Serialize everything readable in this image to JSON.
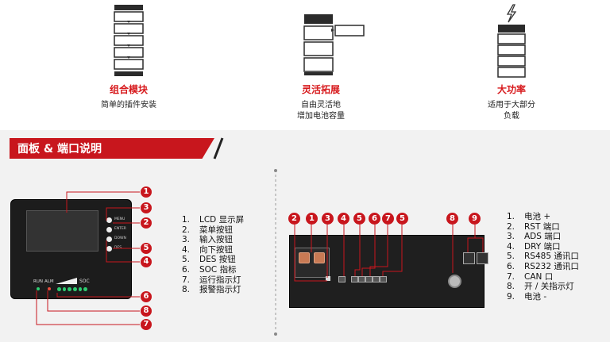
{
  "features": [
    {
      "title": "组合模块",
      "desc": [
        "简单的插件安装"
      ]
    },
    {
      "title": "灵活拓展",
      "desc": [
        "自由灵活地",
        "增加电池容量"
      ]
    },
    {
      "title": "大功率",
      "desc": [
        "适用于大部分",
        "负载"
      ]
    }
  ],
  "section_title": "面板 & 端口说明",
  "front_panel": {
    "button_labels": [
      "MENU",
      "ENTER",
      "DOWN",
      "DES"
    ],
    "indicator_labels": [
      "RUN",
      "ALM"
    ],
    "soc_label": "SOC",
    "callouts": [
      "1",
      "3",
      "2",
      "5",
      "4",
      "6",
      "8",
      "7"
    ],
    "legend": [
      {
        "num": "1.",
        "text": "LCD 显示屏"
      },
      {
        "num": "2.",
        "text": "菜单按钮"
      },
      {
        "num": "3.",
        "text": "输入按钮"
      },
      {
        "num": "4.",
        "text": "向下按钮"
      },
      {
        "num": "5.",
        "text": "DES 按钮"
      },
      {
        "num": "6.",
        "text": "SOC 指标"
      },
      {
        "num": "7.",
        "text": "运行指示灯"
      },
      {
        "num": "8.",
        "text": "报警指示灯"
      }
    ]
  },
  "rear_panel": {
    "callouts": [
      "2",
      "1",
      "3",
      "4",
      "5",
      "6",
      "7",
      "5",
      "8",
      "9"
    ],
    "legend": [
      {
        "num": "1.",
        "text": "电池 +"
      },
      {
        "num": "2.",
        "text": "RST 端口"
      },
      {
        "num": "3.",
        "text": "ADS 端口"
      },
      {
        "num": "4.",
        "text": "DRY 端口"
      },
      {
        "num": "5.",
        "text": "RS485 通讯口"
      },
      {
        "num": "6.",
        "text": "RS232 通讯口"
      },
      {
        "num": "7.",
        "text": "CAN 口"
      },
      {
        "num": "8.",
        "text": "开 / 关指示灯"
      },
      {
        "num": "9.",
        "text": "电池 -"
      }
    ]
  },
  "colors": {
    "accent": "#c8161d",
    "badge": "#c8161d",
    "panel": "#1f1f1f"
  }
}
